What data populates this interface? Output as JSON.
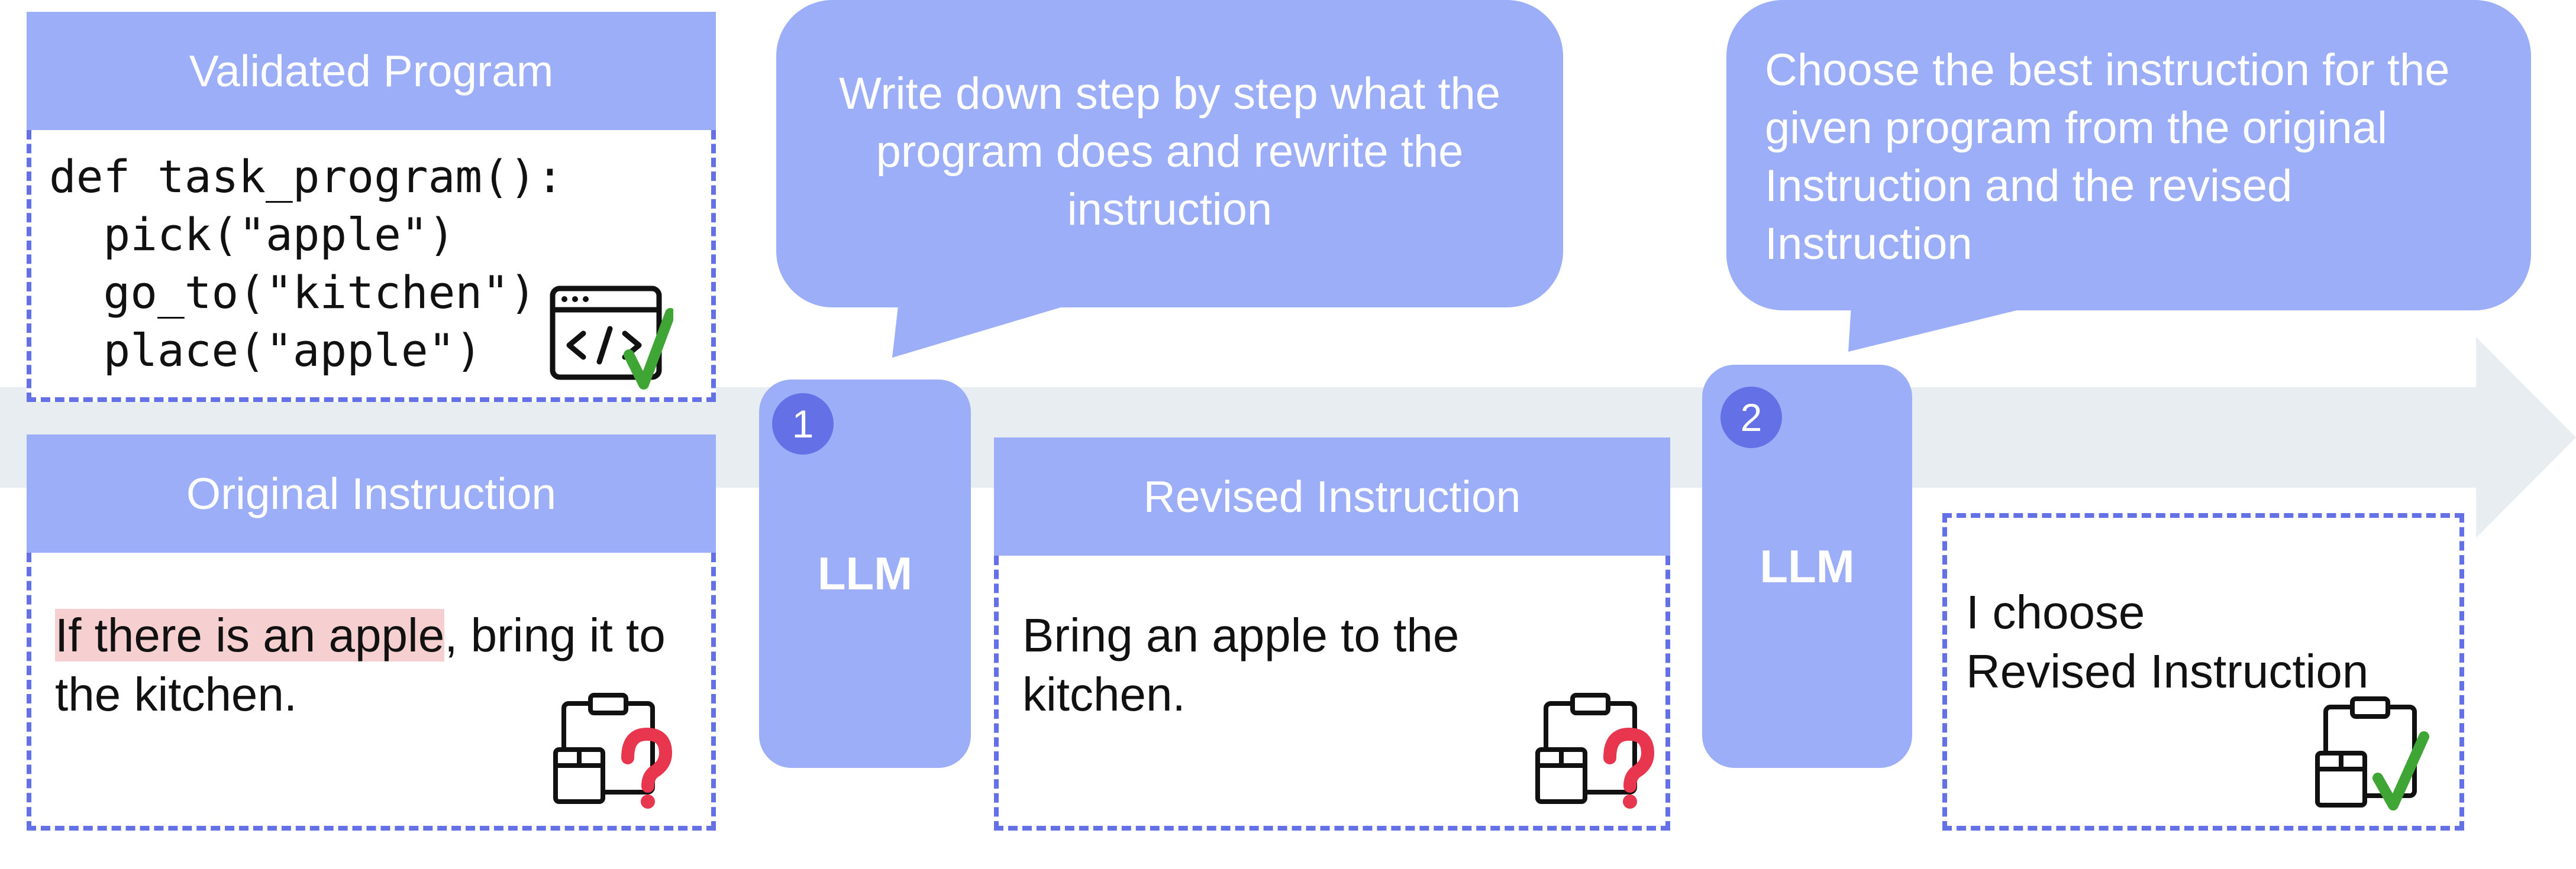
{
  "validated_program": {
    "title": "Validated Program",
    "code_lines": [
      "def task_program():",
      "  pick(\"apple\")",
      "  go_to(\"kitchen\")",
      "  place(\"apple\")"
    ]
  },
  "original_instruction": {
    "title": "Original Instruction",
    "highlighted_text": "If there is an apple",
    "rest_line1": ", bring it to",
    "line2": "the kitchen."
  },
  "bubble1": {
    "lines": [
      "Write down step by step what the",
      "program does  and rewrite the",
      "instruction"
    ]
  },
  "llm1": {
    "step": "1",
    "label": "LLM"
  },
  "revised_instruction": {
    "title": "Revised Instruction",
    "lines": [
      "Bring an apple to the",
      "kitchen."
    ]
  },
  "bubble2": {
    "lines": [
      "Choose the best instruction for the",
      "given program from the original",
      "Instruction and the revised",
      "Instruction"
    ]
  },
  "llm2": {
    "step": "2",
    "label": "LLM"
  },
  "choice": {
    "lines": [
      "I choose",
      "Revised Instruction"
    ]
  },
  "icons": {
    "program": "code-window-check-icon",
    "original": "clipboard-box-question-icon",
    "revised": "clipboard-box-question-icon",
    "choice": "clipboard-box-check-icon"
  },
  "colors": {
    "header": "#9caef8",
    "dash": "#6470e6",
    "arrow": "#e8edf1",
    "highlight": "#f6cfd1",
    "question": "#e8364f",
    "check": "#3fa535"
  }
}
